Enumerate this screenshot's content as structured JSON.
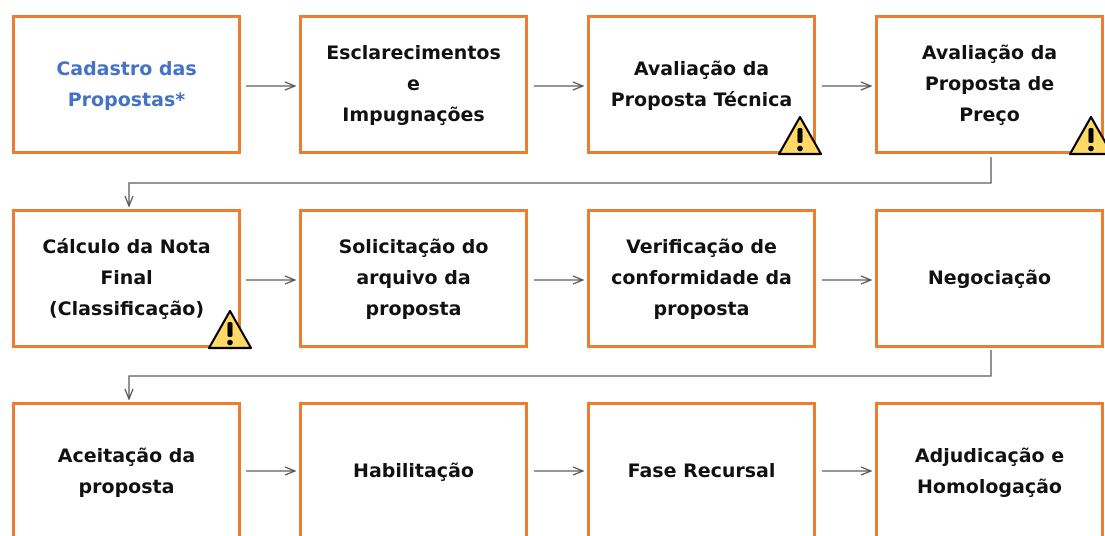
{
  "flowchart": {
    "steps": [
      {
        "label": "Cadastro das\nPropostas*",
        "highlight": true,
        "warning": false
      },
      {
        "label": "Esclarecimentos e\nImpugnações",
        "highlight": false,
        "warning": false
      },
      {
        "label": "Avaliação da\nProposta Técnica",
        "highlight": false,
        "warning": true
      },
      {
        "label": "Avaliação da\nProposta de Preço",
        "highlight": false,
        "warning": true
      },
      {
        "label": "Cálculo da Nota\nFinal\n(Classificação)",
        "highlight": false,
        "warning": true
      },
      {
        "label": "Solicitação do\narquivo da\nproposta",
        "highlight": false,
        "warning": false
      },
      {
        "label": "Verificação de\nconformidade da\nproposta",
        "highlight": false,
        "warning": false
      },
      {
        "label": "Negociação",
        "highlight": false,
        "warning": false
      },
      {
        "label": "Aceitação da\nproposta",
        "highlight": false,
        "warning": false
      },
      {
        "label": "Habilitação",
        "highlight": false,
        "warning": false
      },
      {
        "label": "Fase Recursal",
        "highlight": false,
        "warning": false
      },
      {
        "label": "Adjudicação e\nHomologação",
        "highlight": false,
        "warning": false
      }
    ],
    "colors": {
      "box_border": "#ed7d31",
      "highlight_text": "#4472c4",
      "text": "#111111",
      "arrow": "#595959",
      "warning_fill": "#ffd966",
      "warning_mark": "#000000"
    },
    "icons": {
      "warning": "warning-triangle-icon"
    }
  }
}
